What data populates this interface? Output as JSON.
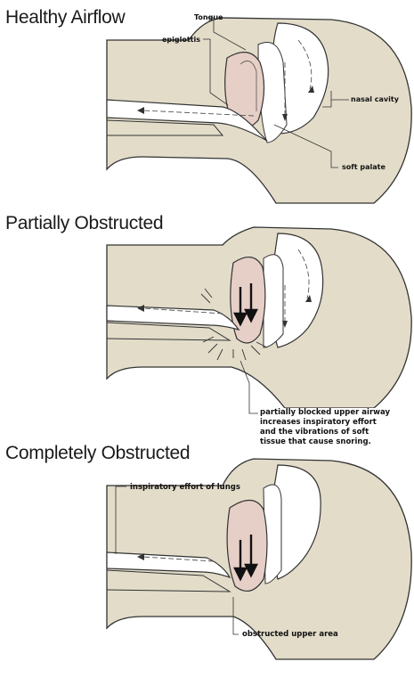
{
  "panels": {
    "healthy": {
      "title": "Healthy Airflow",
      "labels": {
        "tongue": "Tongue",
        "epiglottis": "epiglottis",
        "nasal_cavity": "nasal cavity",
        "soft_palate": "soft palate"
      }
    },
    "partial": {
      "title": "Partially Obstructed",
      "callout": [
        "partially blocked upper airway",
        "increases inspiratory effort",
        "and the vibrations of soft",
        "tissue that cause snoring."
      ]
    },
    "complete": {
      "title": "Completely Obstructed",
      "labels": {
        "inspiratory_effort": "inspiratory effort of lungs",
        "obstructed_area": "obstructed upper area"
      }
    }
  },
  "colors": {
    "tissue": "#e2dcc9",
    "tongue": "#e6cfc6",
    "airway": "#ffffff",
    "outline": "#333333"
  }
}
